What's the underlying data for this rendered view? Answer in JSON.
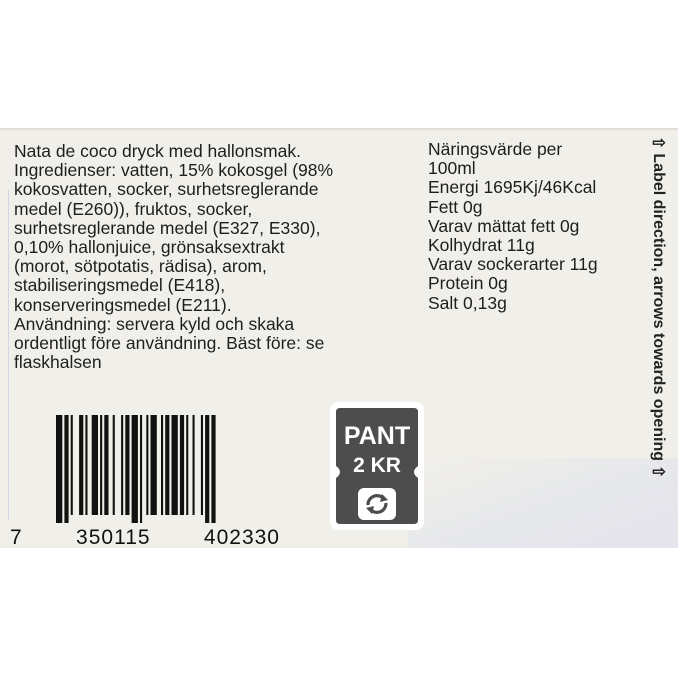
{
  "ingredients_text": [
    "Nata de coco dryck med hallonsmak.",
    "Ingredienser: vatten, 15% kokosgel (98%",
    "kokosvatten, socker, surhetsreglerande",
    "medel (E260)), fruktos, socker,",
    "surhetsreglerande medel (E327, E330),",
    "0,10% hallonjuice, grönsaksextrakt",
    "(morot, sötpotatis, rädisa), arom,",
    "stabiliseringsmedel (E418),",
    "konserveringsmedel (E211).",
    "Användning: servera kyld och skaka",
    "ordentligt före användning. Bäst före: se",
    "flaskhalsen"
  ],
  "nutrition": {
    "heading": "Näringsvärde per",
    "unit": "100ml",
    "rows": [
      "Energi 1695Kj/46Kcal",
      "Fett 0g",
      "Varav mättat fett 0g",
      "Kolhydrat 11g",
      "Varav sockerarter 11g",
      "Protein 0g",
      "Salt 0,13g"
    ]
  },
  "side_note": "Label direction, arrows towards opening",
  "barcode": {
    "digits": [
      "7",
      "350115",
      "402330"
    ]
  },
  "pant": {
    "title": "PANT",
    "amount": "2 KR",
    "fill_color": "#4d4d4d",
    "icon": "recycle-arrows-icon"
  },
  "colors": {
    "label_bg": "#f1efe9",
    "text": "#1e1e1e"
  }
}
